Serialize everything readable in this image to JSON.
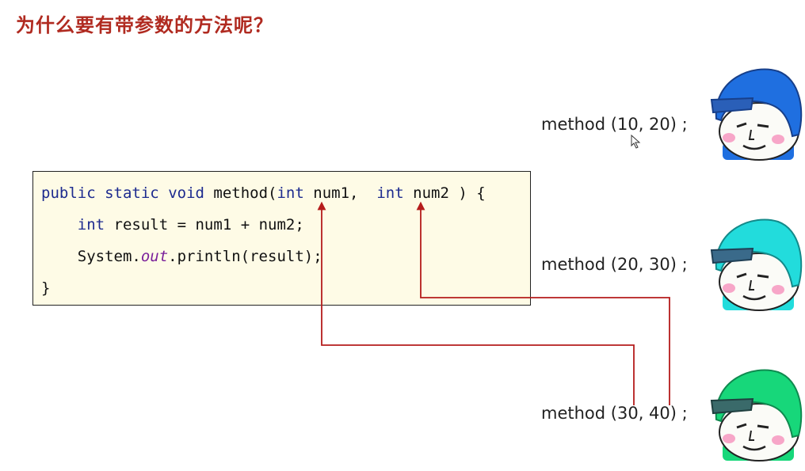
{
  "title": "为什么要有带参数的方法呢？",
  "code": {
    "line1": {
      "kw1": "public",
      "kw2": "static",
      "kw3": "void",
      "name": "method(",
      "kw4": "int",
      "p1": "num1,",
      "kw5": "int",
      "p2": "num2",
      "end": ") {"
    },
    "line2": {
      "kw": "int",
      "rest": "result = num1 + num2;"
    },
    "line3": {
      "pre": "System.",
      "field": "out",
      "post": ".println(result);"
    },
    "line4": {
      "brace": "}"
    }
  },
  "calls": [
    {
      "text": "method (10, 20) ;"
    },
    {
      "text": "method (20, 30) ;"
    },
    {
      "text": "method (30, 40) ;"
    }
  ],
  "colors": {
    "title": "#b02a20",
    "arrow": "#b51c1c",
    "code_background": "#fefbe6",
    "helmet_1": "#1f6fe0",
    "helmet_2": "#22dcdc",
    "helmet_3": "#17d77a"
  },
  "icons": [
    "cartoon-face-blue-helmet-icon",
    "cartoon-face-cyan-helmet-icon",
    "cartoon-face-green-helmet-icon",
    "mouse-cursor-icon"
  ]
}
